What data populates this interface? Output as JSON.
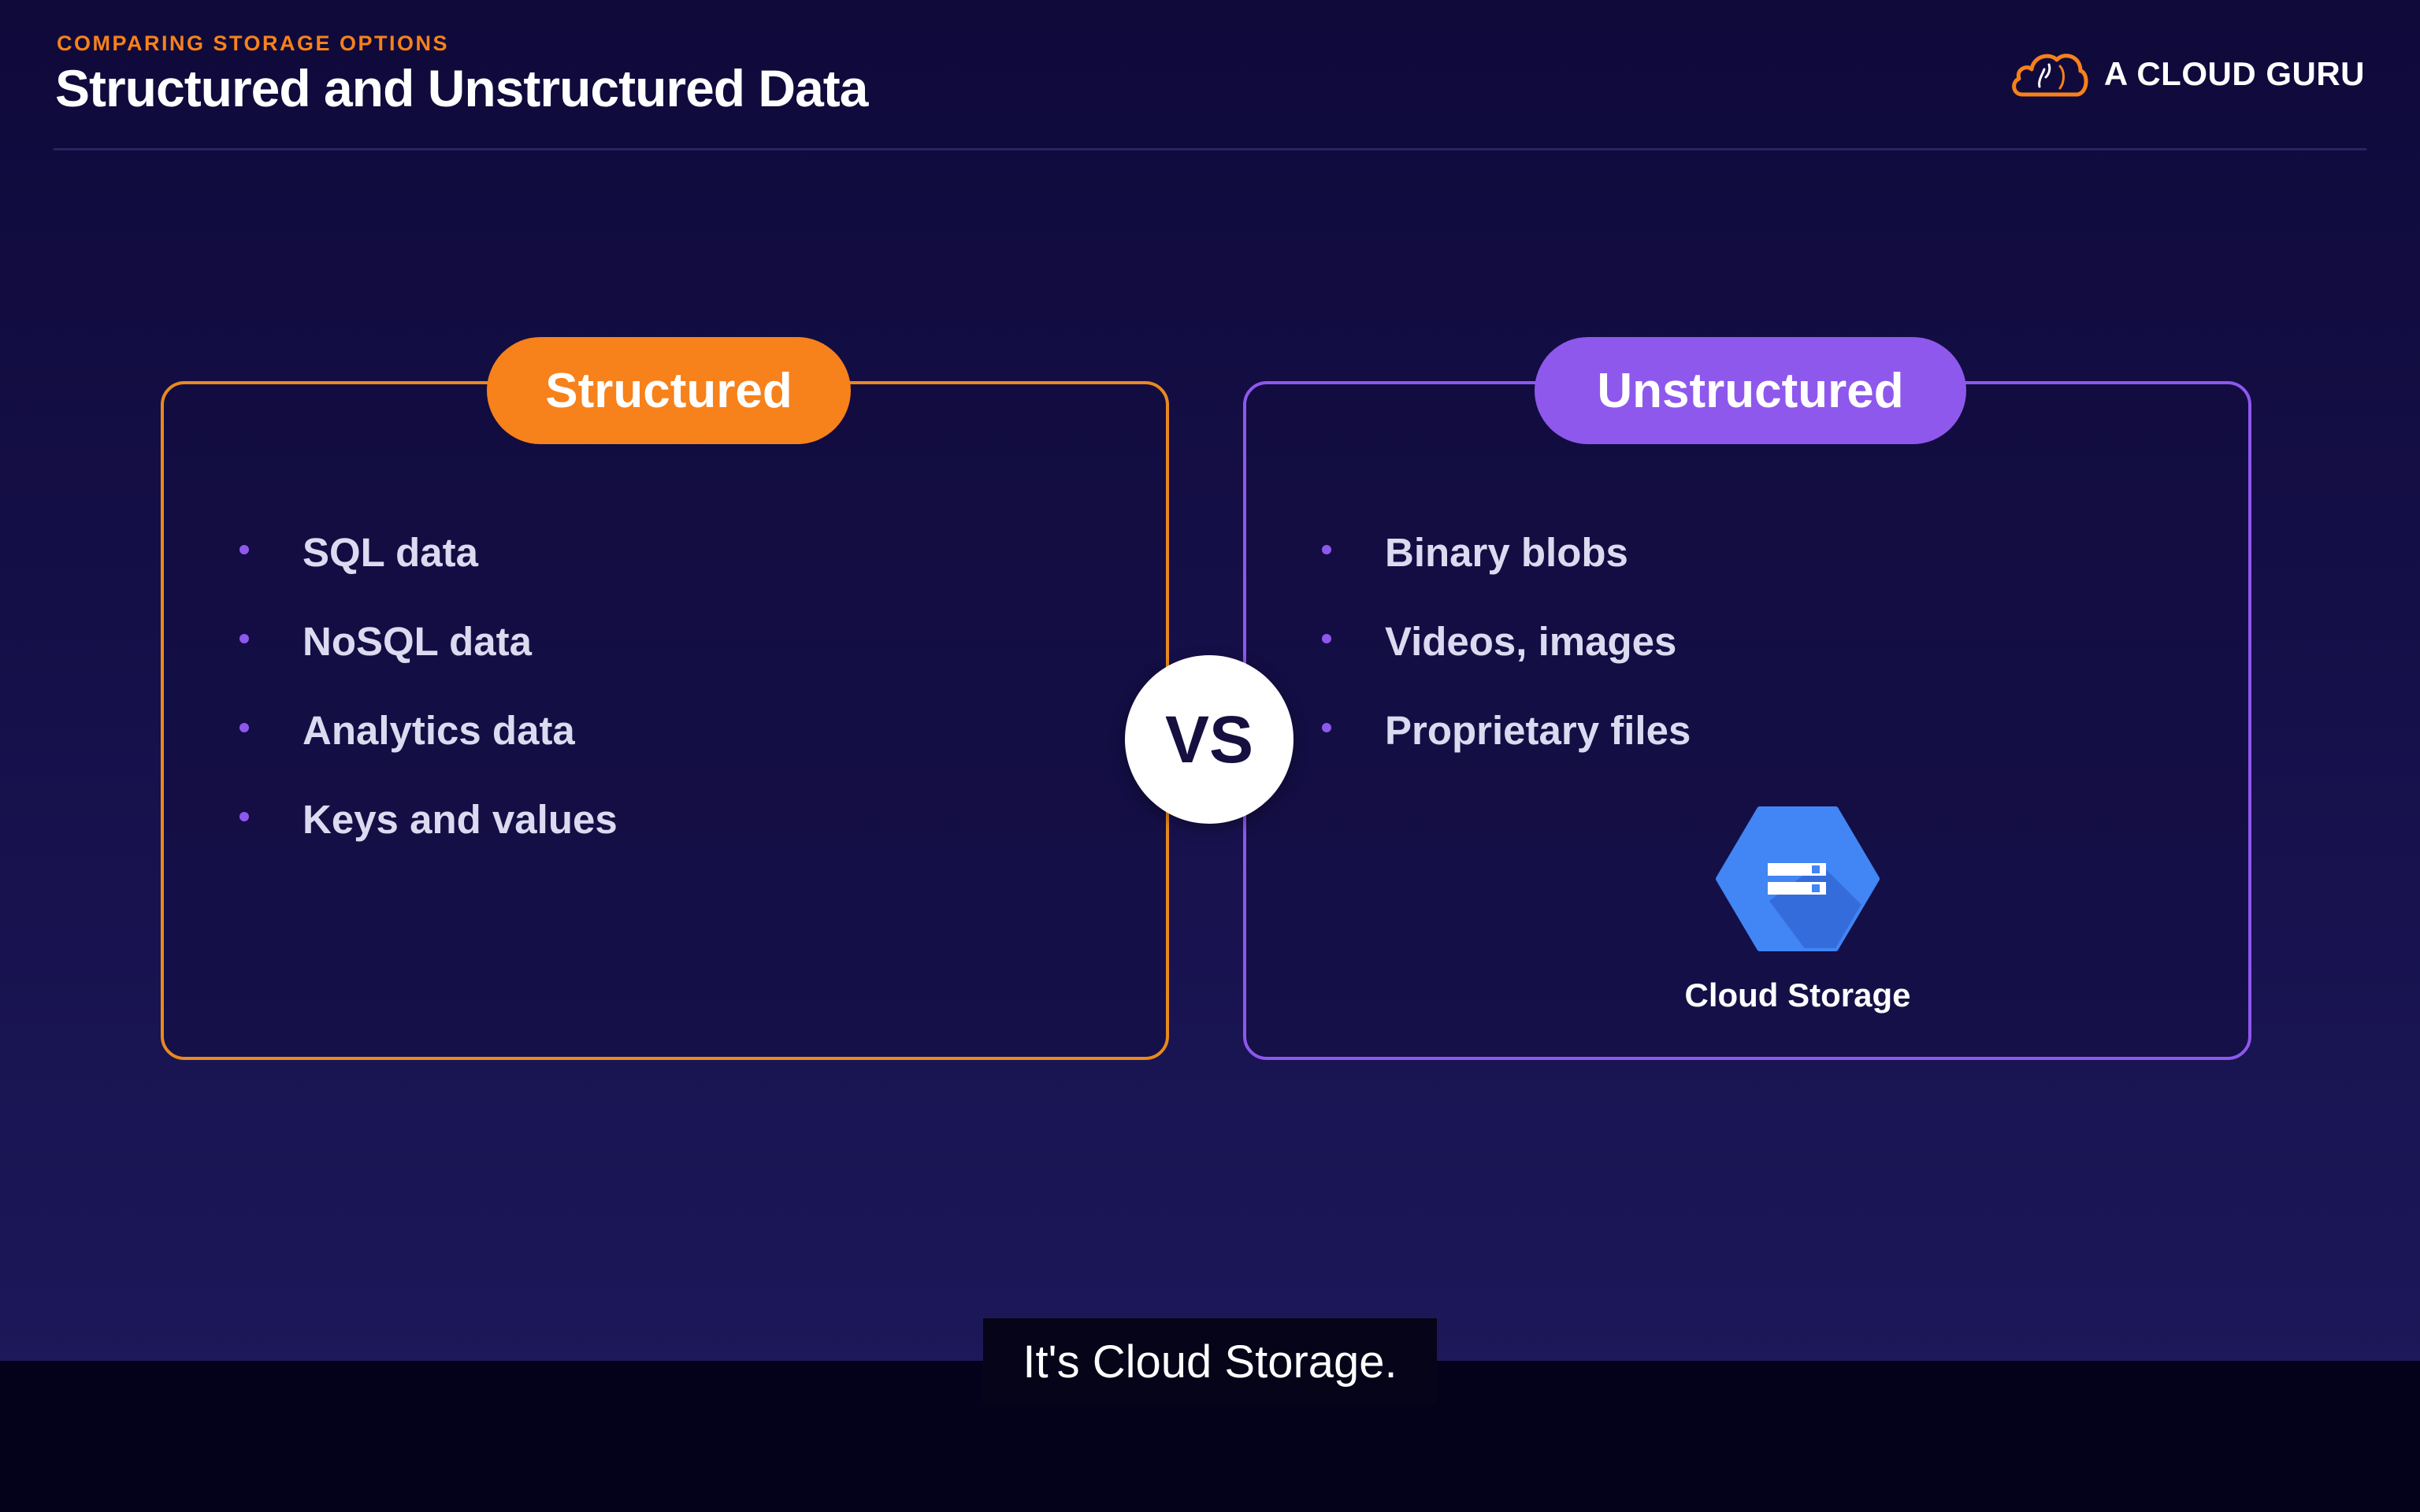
{
  "header": {
    "eyebrow": "COMPARING STORAGE OPTIONS",
    "title": "Structured and Unstructured Data",
    "brand": "A CLOUD GURU"
  },
  "panels": {
    "structured": {
      "label": "Structured",
      "accent": "#f7811a",
      "items": [
        "SQL data",
        "NoSQL data",
        "Analytics data",
        "Keys and values"
      ]
    },
    "unstructured": {
      "label": "Unstructured",
      "accent": "#8e58ec",
      "items": [
        "Binary blobs",
        "Videos, images",
        "Proprietary files"
      ],
      "product": {
        "icon": "cloud-storage-icon",
        "label": "Cloud Storage"
      }
    }
  },
  "versus": "VS",
  "subtitle": "It's Cloud Storage.",
  "colors": {
    "background": "#150f48",
    "bullet": "#8e58ec",
    "gcs_blue": "#4285f4"
  }
}
